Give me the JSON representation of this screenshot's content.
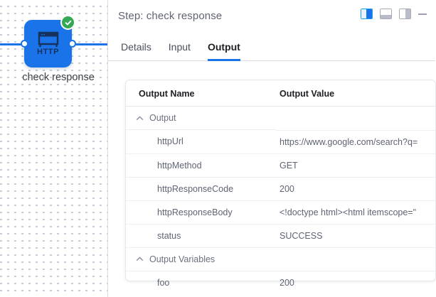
{
  "canvas": {
    "node": {
      "icon_label": "HTTP",
      "icon_name": "http-node-icon",
      "caption": "check response",
      "status_badge": "check-circle-icon",
      "color": "#1a73e8",
      "badge_color": "#34a853"
    }
  },
  "panel": {
    "header": {
      "title": "Step: check response",
      "actions": [
        {
          "name": "layout-split-right-icon",
          "active": true
        },
        {
          "name": "layout-bottom-panel-icon",
          "active": false
        },
        {
          "name": "layout-split-left-icon",
          "active": false
        },
        {
          "name": "minimize-icon",
          "active": false
        }
      ]
    },
    "tabs": [
      {
        "label": "Details",
        "active": false
      },
      {
        "label": "Input",
        "active": false
      },
      {
        "label": "Output",
        "active": true
      }
    ],
    "table": {
      "columns": [
        "Output Name",
        "Output Value"
      ],
      "groups": [
        {
          "label": "Output",
          "expanded": true,
          "rows": [
            {
              "name": "httpUrl",
              "value": "https://www.google.com/search?q="
            },
            {
              "name": "httpMethod",
              "value": "GET"
            },
            {
              "name": "httpResponseCode",
              "value": "200"
            },
            {
              "name": "httpResponseBody",
              "value": "<!doctype html><html itemscope=\""
            },
            {
              "name": "status",
              "value": "SUCCESS"
            }
          ]
        },
        {
          "label": "Output Variables",
          "expanded": true,
          "rows": [
            {
              "name": "foo",
              "value": "200"
            }
          ]
        }
      ]
    }
  },
  "theme": {
    "accent": "#1a73e8",
    "success": "#34a853",
    "text_muted": "#5f6473"
  }
}
